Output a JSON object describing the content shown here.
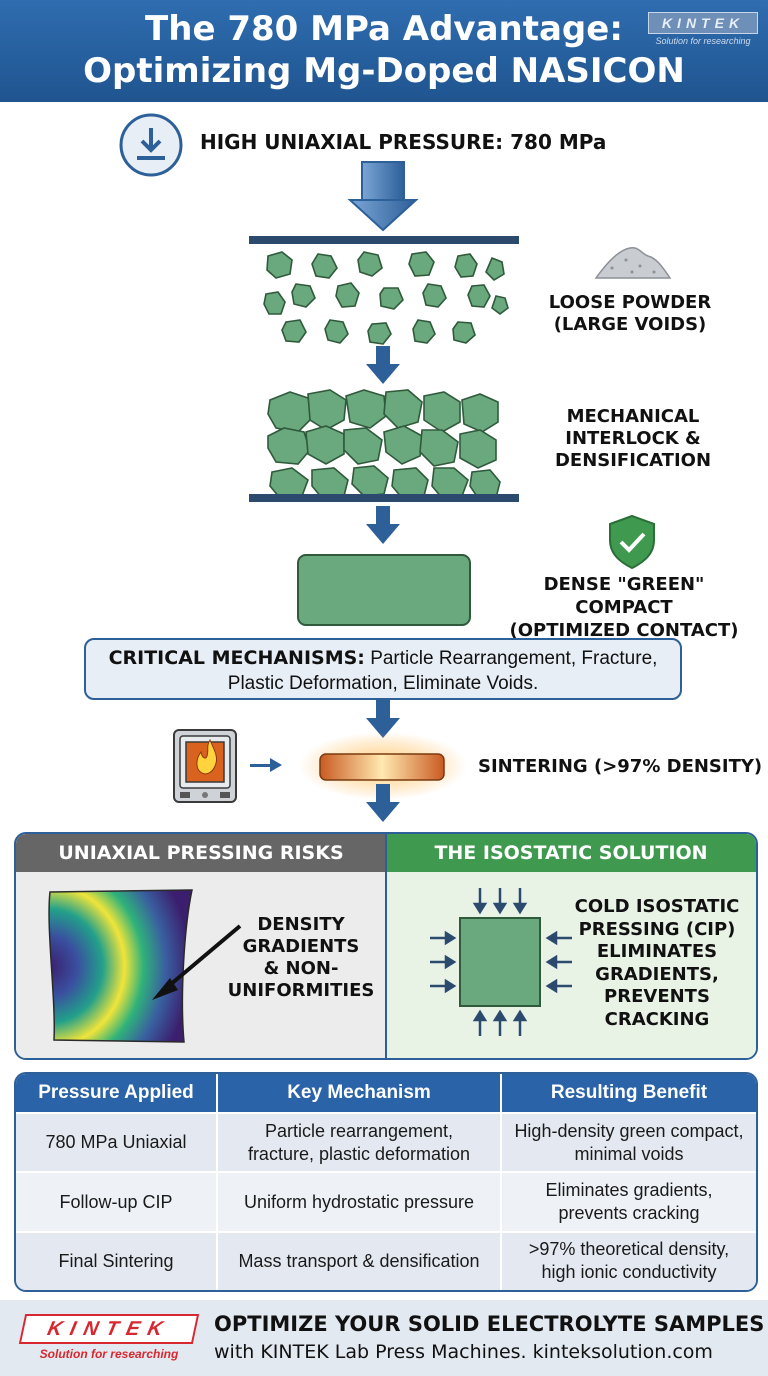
{
  "header": {
    "title_line1": "The 780 MPa Advantage:",
    "title_line2": "Optimizing Mg-Doped NASICON",
    "logo_text": "KINTEK",
    "logo_tagline": "Solution for researching"
  },
  "process": {
    "pressure_label": "HIGH UNIAXIAL PRESSURE: 780 MPa",
    "loose_powder_line1": "LOOSE POWDER",
    "loose_powder_line2": "(LARGE VOIDS)",
    "interlock_line1": "MECHANICAL",
    "interlock_line2": "INTERLOCK &",
    "interlock_line3": "DENSIFICATION",
    "compact_line1": "DENSE \"GREEN\" COMPACT",
    "compact_line2": "(OPTIMIZED CONTACT)",
    "mechanisms_title": "CRITICAL MECHANISMS:",
    "mechanisms_text1": "Particle Rearrangement, Fracture,",
    "mechanisms_text2": "Plastic Deformation, Eliminate Voids.",
    "sintering_label": "SINTERING (>97% DENSITY)"
  },
  "comparison": {
    "left_title": "UNIAXIAL PRESSING RISKS",
    "left_line1": "DENSITY",
    "left_line2": "GRADIENTS",
    "left_line3": "& NON-",
    "left_line4": "UNIFORMITIES",
    "right_title": "THE ISOSTATIC SOLUTION",
    "right_line1": "COLD ISOSTATIC",
    "right_line2": "PRESSING (CIP)",
    "right_line3": "ELIMINATES",
    "right_line4": "GRADIENTS,",
    "right_line5": "PREVENTS",
    "right_line6": "CRACKING"
  },
  "table": {
    "headers": [
      "Pressure Applied",
      "Key Mechanism",
      "Resulting Benefit"
    ],
    "rows": [
      {
        "c1": "780 MPa Uniaxial",
        "c2a": "Particle rearrangement,",
        "c2b": "fracture, plastic deformation",
        "c3a": "High-density green compact,",
        "c3b": "minimal voids"
      },
      {
        "c1": "Follow-up CIP",
        "c2a": "Uniform hydrostatic pressure",
        "c2b": "",
        "c3a": "Eliminates gradients,",
        "c3b": "prevents cracking"
      },
      {
        "c1": "Final Sintering",
        "c2a": "Mass transport & densification",
        "c2b": "",
        "c3a": ">97% theoretical density,",
        "c3b": "high ionic conductivity"
      }
    ]
  },
  "footer": {
    "logo_text": "KINTEK",
    "logo_tagline": "Solution for researching",
    "headline": "OPTIMIZE YOUR SOLID ELECTROLYTE SAMPLES",
    "subline": "with KINTEK Lab Press Machines. kinteksolution.com"
  },
  "colors": {
    "header_blue": "#2a63a8",
    "particle_green": "#6aa97d",
    "success_green": "#3f9a4f",
    "risk_gray": "#666666",
    "brand_red": "#d8282f"
  }
}
